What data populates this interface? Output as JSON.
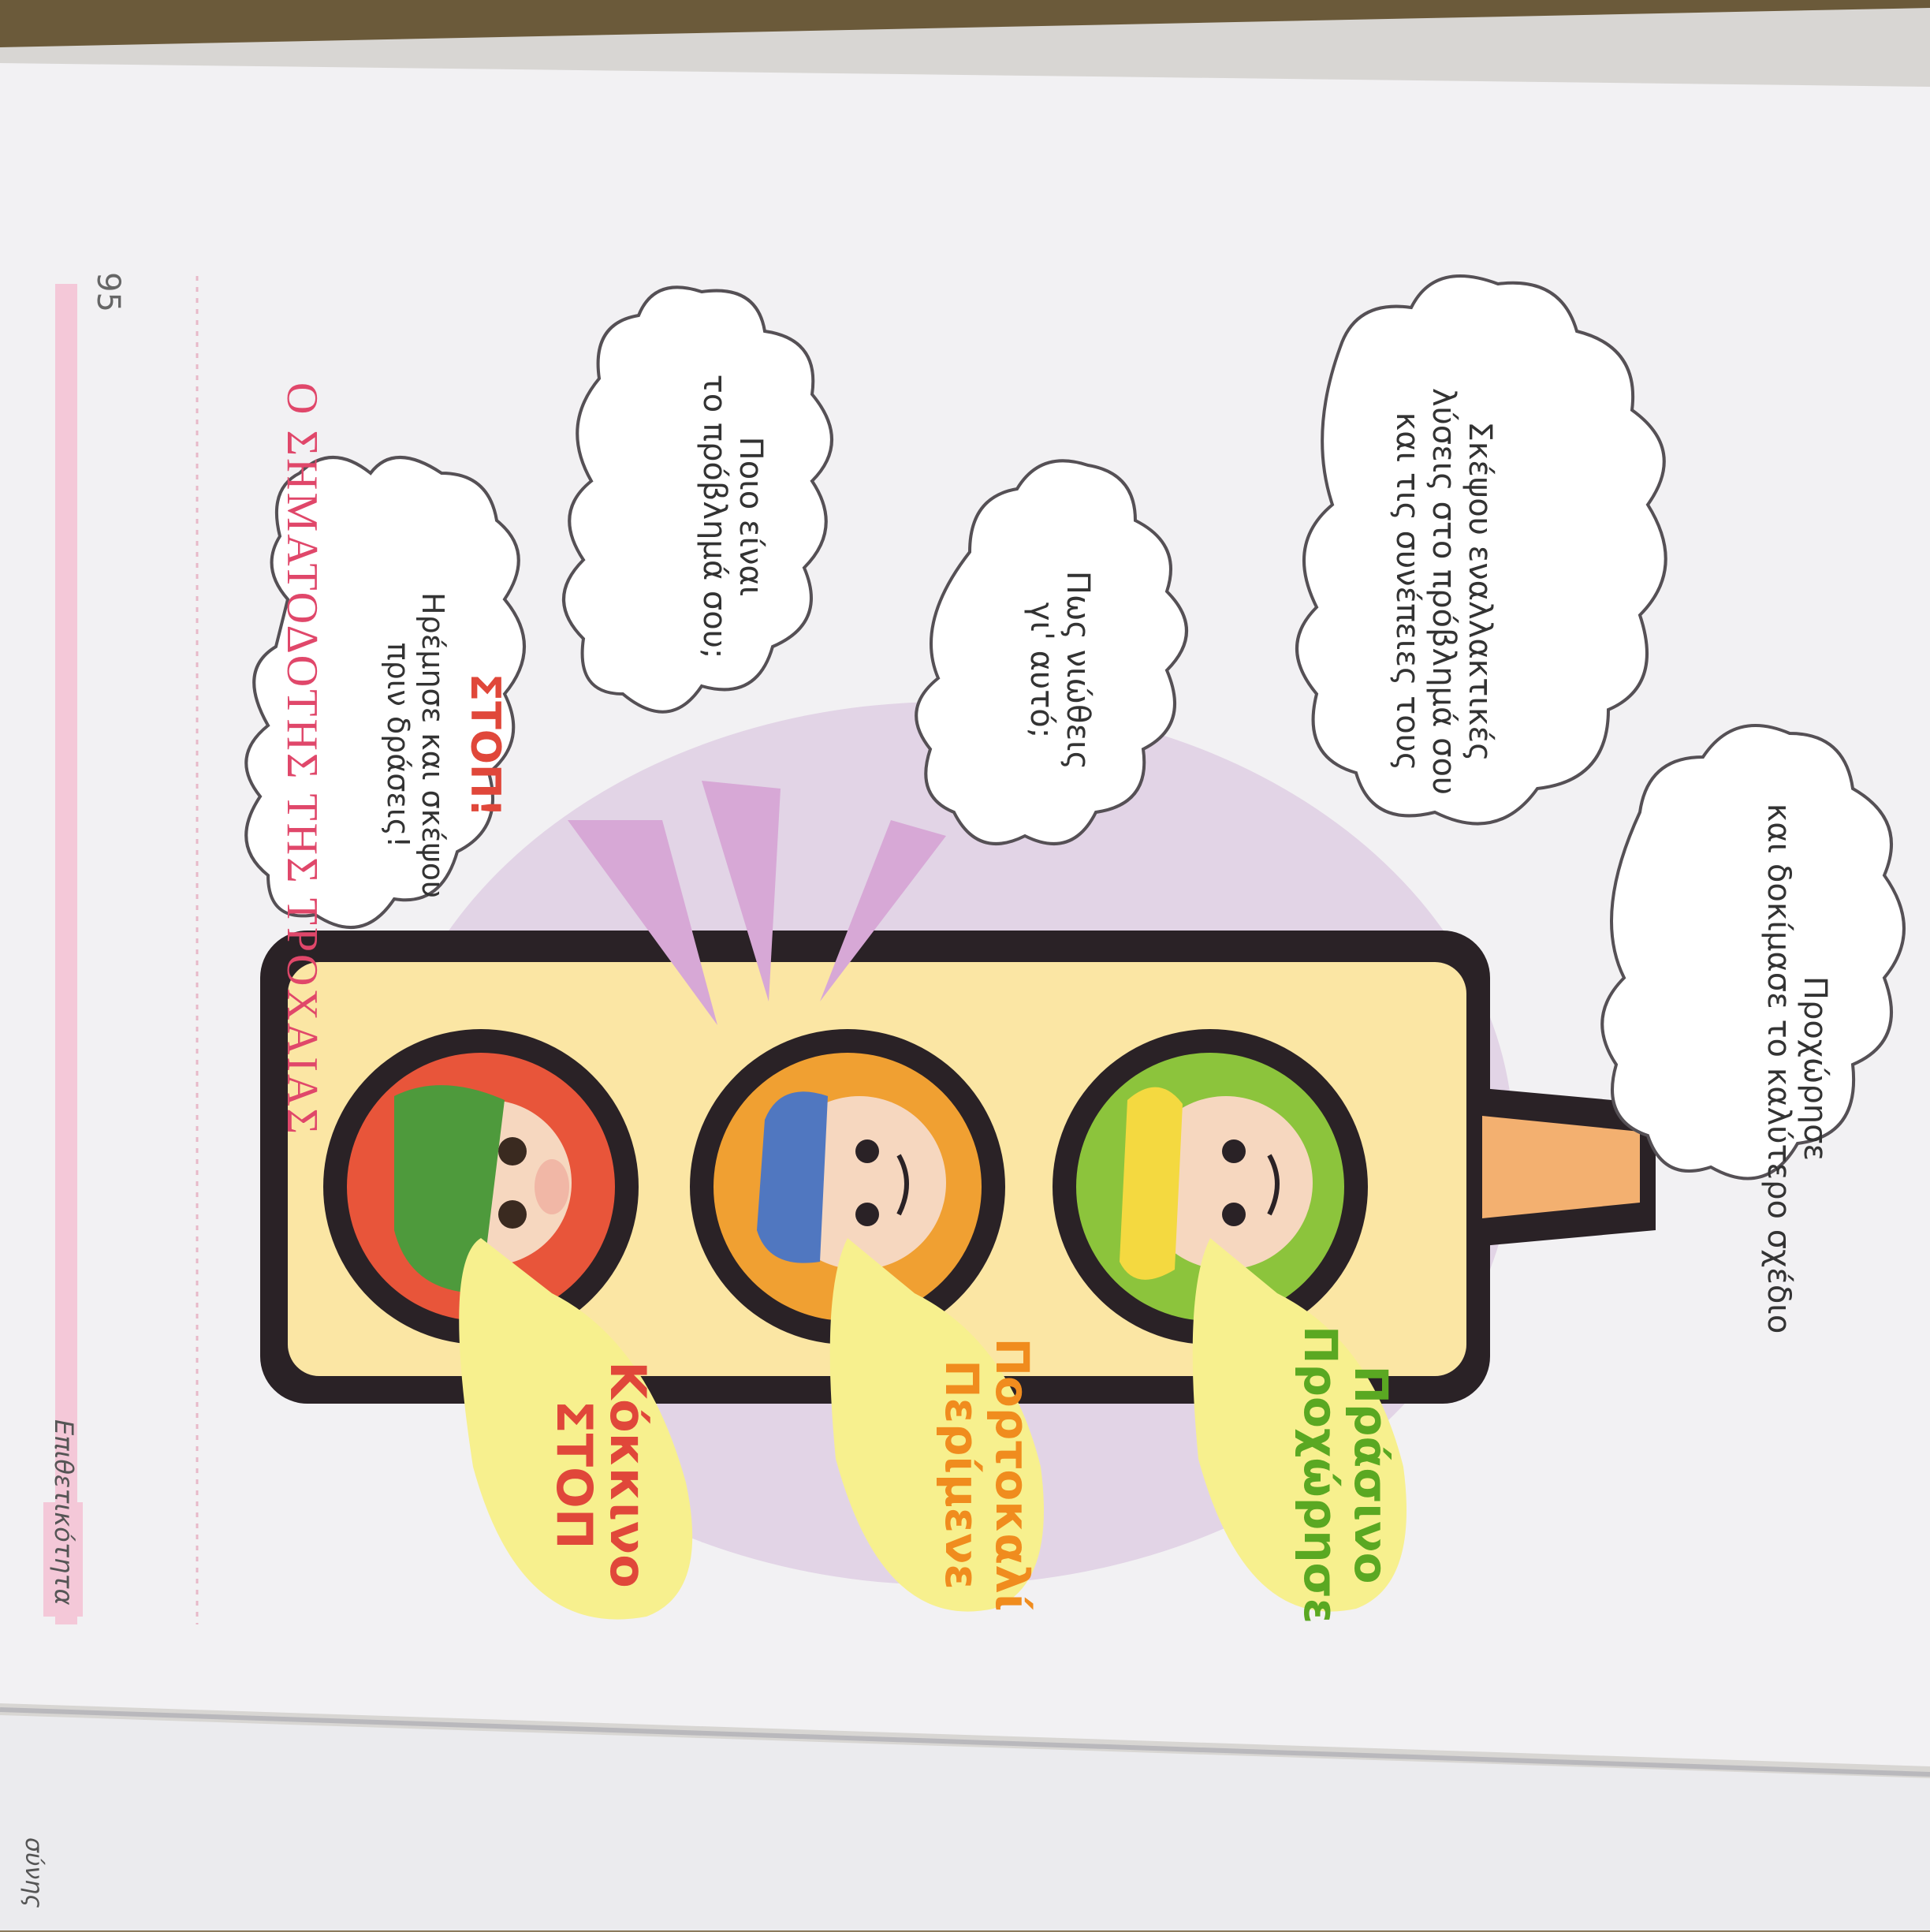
{
  "page": {
    "title": "Ο ΣΗΜΑΤΟΔΟΤΗΣ ΤΗΣ ΤΡΟΧΑΙΑΣ",
    "page_number": "95",
    "section_label": "Επιθετικότητα",
    "prev_page_fragment": "σύνης"
  },
  "bubbles": {
    "stop_heading": "ΣΤΟΠ!",
    "stop_line1": "Ηρέμησε και σκέψου",
    "stop_line2": "πριν δράσεις!",
    "problem_line1": "Ποιο είναι",
    "problem_line2": "το πρόβλημά σου;",
    "feel_line1": "Πως νιώθεις",
    "feel_line2": "γι' αυτό;",
    "alt_line1": "Σκέψου εναλλακτικές",
    "alt_line2": "λύσεις στο πρόβλημά σου",
    "alt_line3": "και τις συνέπειες τους",
    "go_line1": "Προχώρησε",
    "go_line2": "και δοκίμασε το καλύτερο σχέδιο"
  },
  "light_labels": {
    "red_line1": "Κόκκινο",
    "red_line2": "ΣΤΟΠ",
    "orange_line1": "Πορτοκαλί",
    "orange_line2": "Περίμενε",
    "green_line1": "Πράσινο",
    "green_line2": "Προχώρησε"
  },
  "colors": {
    "red": "#e8553a",
    "orange": "#f0a032",
    "green": "#8cc43c",
    "bubble_yellow": "#f7f08e",
    "lilac": "#d7c0dc",
    "stop_text": "#e0473a"
  }
}
